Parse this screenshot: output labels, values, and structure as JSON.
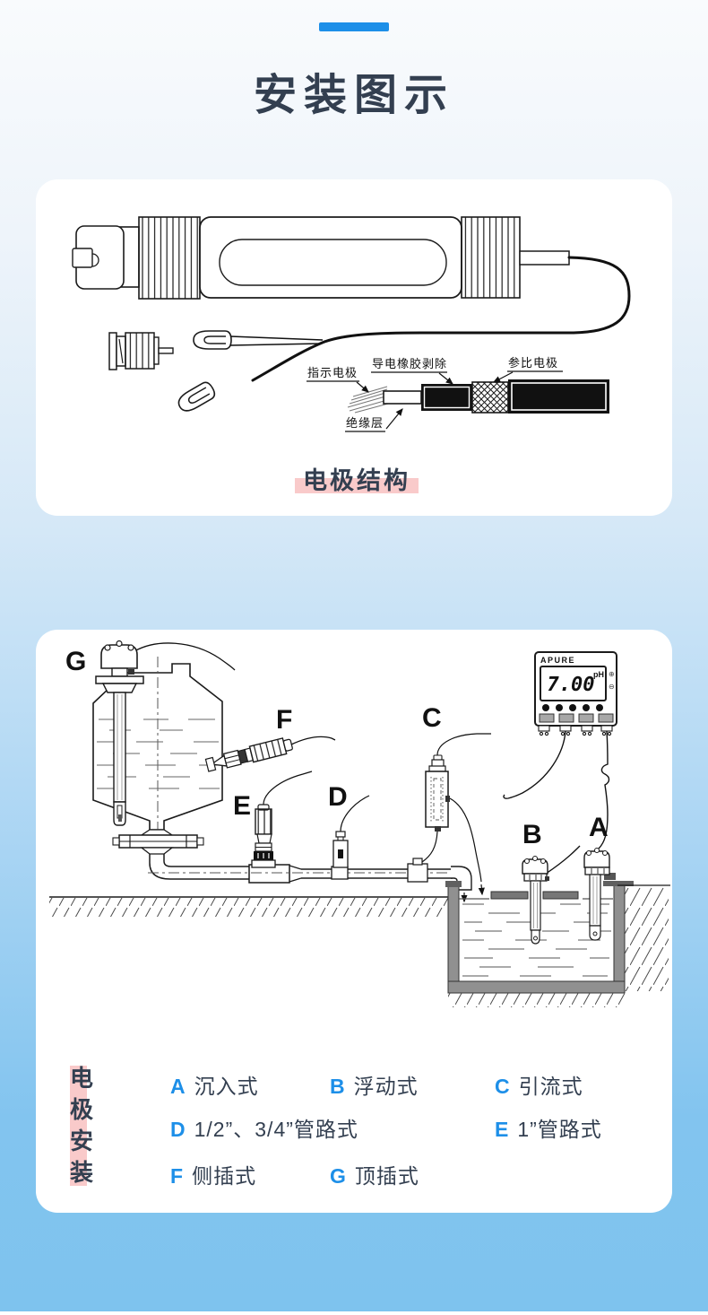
{
  "page": {
    "title": "安装图示"
  },
  "electrode_structure": {
    "caption": "电极结构",
    "callouts": {
      "indicator_electrode": "指示电极",
      "conductive_rubber": "导电橡胶剥除",
      "reference_electrode": "参比电极",
      "insulation_layer": "绝缘层"
    }
  },
  "installation": {
    "meter": {
      "brand": "APURE",
      "reading": "7.00",
      "unit": "pH",
      "side_icons": [
        "⊕",
        "⊖"
      ]
    },
    "markers": {
      "a": "A",
      "b": "B",
      "c": "C",
      "d": "D",
      "e": "E",
      "f": "F",
      "g": "G"
    },
    "legend": {
      "vertical_title": [
        "电",
        "极",
        "安",
        "装"
      ],
      "items": [
        {
          "key": "A",
          "label": "沉入式"
        },
        {
          "key": "B",
          "label": "浮动式"
        },
        {
          "key": "C",
          "label": "引流式"
        },
        {
          "key": "D",
          "label": "1/2”、3/4”管路式"
        },
        {
          "key": "E",
          "label": "1”管路式"
        },
        {
          "key": "F",
          "label": "侧插式"
        },
        {
          "key": "G",
          "label": "顶插式"
        }
      ]
    }
  },
  "colors": {
    "accent": "#1d8fe8",
    "text": "#333f50",
    "highlight": "#f9caca"
  }
}
